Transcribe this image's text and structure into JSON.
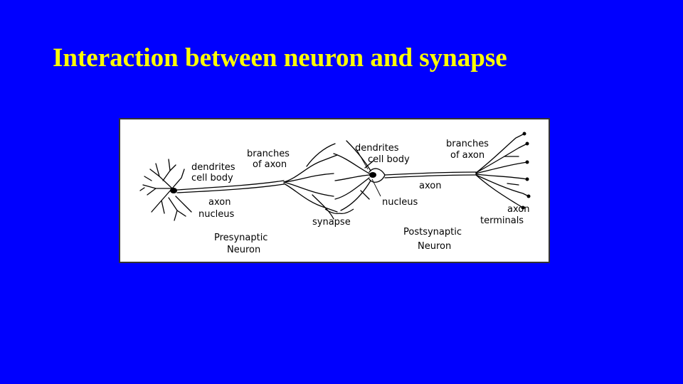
{
  "slide": {
    "title": "Interaction between neuron and synapse",
    "background_color": "#0000FF",
    "title_color": "#FFFF00"
  },
  "diagram": {
    "labels": {
      "pre_dendrites": "dendrites",
      "pre_cell_body": "cell body",
      "pre_axon": "axon",
      "pre_nucleus": "nucleus",
      "pre_branches": "branches",
      "pre_of_axon": "of axon",
      "presynaptic_line1": "Presynaptic",
      "presynaptic_line2": "Neuron",
      "synapse": "synapse",
      "post_dendrites": "dendrites",
      "post_cell_body": "cell body",
      "post_nucleus": "nucleus",
      "post_axon": "axon",
      "post_branches": "branches",
      "post_of_axon": "of axon",
      "axon_terminals_line1": "axon",
      "axon_terminals_line2": "terminals",
      "postsynaptic_line1": "Postsynaptic",
      "postsynaptic_line2": "Neuron"
    }
  }
}
